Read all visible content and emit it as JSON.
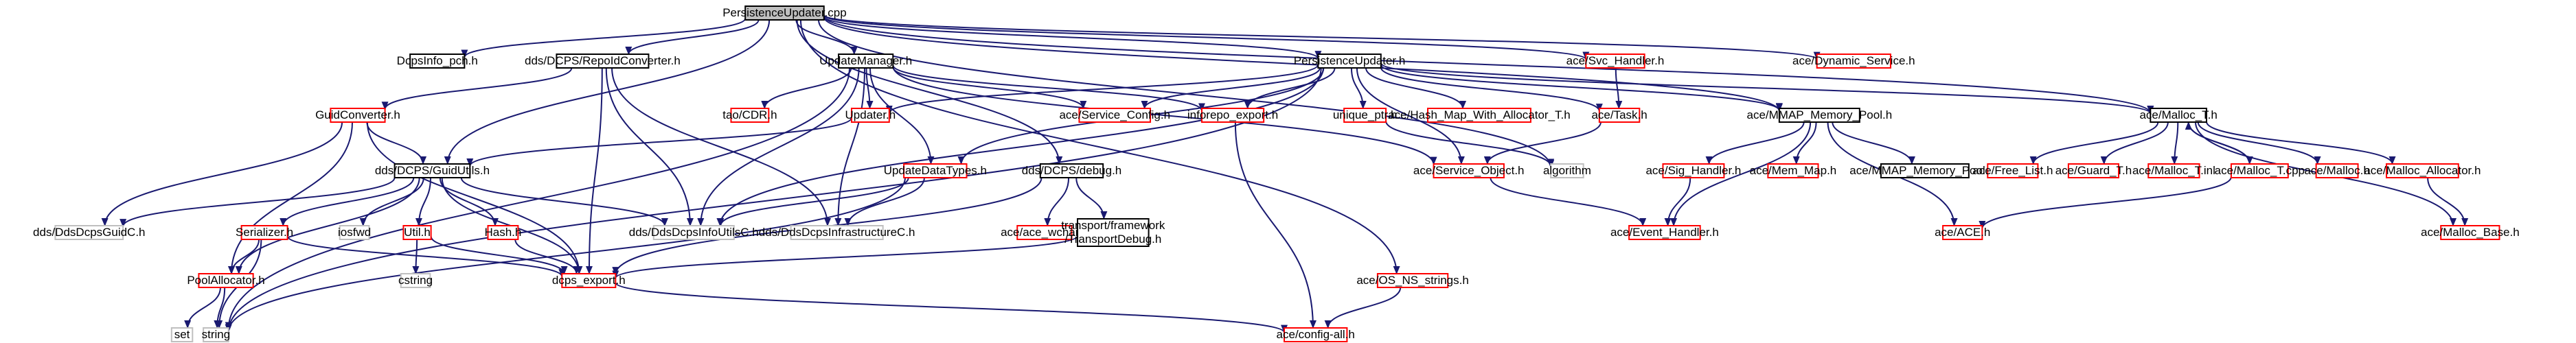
{
  "colors": {
    "edge": "#191970",
    "border_red": "#ff0000",
    "border_black": "#000000",
    "border_grey": "#bfbfbf",
    "root_fill": "#bfbfbf",
    "node_fill": "#ffffff"
  },
  "nodes": [
    {
      "id": "root",
      "label": "PersistenceUpdater.cpp",
      "style": "root"
    },
    {
      "id": "dcpsinfo_pch",
      "label": "DcpsInfo_pch.h",
      "style": "black"
    },
    {
      "id": "repoid_converter",
      "label": "dds/DCPS/RepoIdConverter.h",
      "style": "black"
    },
    {
      "id": "update_manager",
      "label": "UpdateManager.h",
      "style": "black"
    },
    {
      "id": "persistence_updater_h",
      "label": "PersistenceUpdater.h",
      "style": "black"
    },
    {
      "id": "svc_handler",
      "label": "ace/Svc_Handler.h",
      "style": "red"
    },
    {
      "id": "dynamic_service",
      "label": "ace/Dynamic_Service.h",
      "style": "red"
    },
    {
      "id": "guid_converter",
      "label": "GuidConverter.h",
      "style": "red"
    },
    {
      "id": "tao_cdr",
      "label": "tao/CDR.h",
      "style": "red"
    },
    {
      "id": "updater",
      "label": "Updater.h",
      "style": "red"
    },
    {
      "id": "service_config",
      "label": "ace/Service_Config.h",
      "style": "red"
    },
    {
      "id": "inforepo_export",
      "label": "inforepo_export.h",
      "style": "red"
    },
    {
      "id": "unique_ptr",
      "label": "unique_ptr.h",
      "style": "red"
    },
    {
      "id": "hash_map",
      "label": "ace/Hash_Map_With_Allocator_T.h",
      "style": "red"
    },
    {
      "id": "task",
      "label": "ace/Task.h",
      "style": "red"
    },
    {
      "id": "mmap_pool_h",
      "label": "ace/MMAP_Memory_Pool.h",
      "style": "black"
    },
    {
      "id": "malloc_t_h",
      "label": "ace/Malloc_T.h",
      "style": "black"
    },
    {
      "id": "guid_utils",
      "label": "dds/DCPS/GuidUtils.h",
      "style": "black"
    },
    {
      "id": "update_data_types",
      "label": "UpdateDataTypes.h",
      "style": "red"
    },
    {
      "id": "dcps_debug",
      "label": "dds/DCPS/debug.h",
      "style": "black"
    },
    {
      "id": "algorithm",
      "label": "algorithm",
      "style": "grey"
    },
    {
      "id": "service_object",
      "label": "ace/Service_Object.h",
      "style": "red"
    },
    {
      "id": "sig_handler",
      "label": "ace/Sig_Handler.h",
      "style": "red"
    },
    {
      "id": "mem_map",
      "label": "ace/Mem_Map.h",
      "style": "red"
    },
    {
      "id": "mmap_pool_inl",
      "label": "ace/MMAP_Memory_Pool.inl",
      "style": "black"
    },
    {
      "id": "free_list",
      "label": "ace/Free_List.h",
      "style": "red"
    },
    {
      "id": "guard_t",
      "label": "ace/Guard_T.h",
      "style": "red"
    },
    {
      "id": "malloc_t_inl",
      "label": "ace/Malloc_T.inl",
      "style": "red"
    },
    {
      "id": "malloc_t_cpp",
      "label": "ace/Malloc_T.cpp",
      "style": "red"
    },
    {
      "id": "malloc_h",
      "label": "ace/Malloc.h",
      "style": "red"
    },
    {
      "id": "malloc_allocator",
      "label": "ace/Malloc_Allocator.h",
      "style": "red"
    },
    {
      "id": "dds_dcps_guid_c",
      "label": "dds/DdsDcpsGuidC.h",
      "style": "grey"
    },
    {
      "id": "serializer",
      "label": "Serializer.h",
      "style": "red"
    },
    {
      "id": "iosfwd",
      "label": "iosfwd",
      "style": "grey"
    },
    {
      "id": "util_h",
      "label": "Util.h",
      "style": "red"
    },
    {
      "id": "hash_h",
      "label": "Hash.h",
      "style": "red"
    },
    {
      "id": "dds_info_utils_c",
      "label": "dds/DdsDcpsInfoUtilsC.h",
      "style": "grey"
    },
    {
      "id": "dds_infra_c",
      "label": "dds/DdsDcpsInfrastructureC.h",
      "style": "grey"
    },
    {
      "id": "ace_wchar",
      "label": "ace/ace_wchar.h",
      "style": "red"
    },
    {
      "id": "transport_debug",
      "label": "transport/framework/TransportDebug.h",
      "style": "black"
    },
    {
      "id": "event_handler",
      "label": "ace/Event_Handler.h",
      "style": "red"
    },
    {
      "id": "ace_h",
      "label": "ace/ACE.h",
      "style": "red"
    },
    {
      "id": "malloc_base",
      "label": "ace/Malloc_Base.h",
      "style": "red"
    },
    {
      "id": "pool_allocator",
      "label": "PoolAllocator.h",
      "style": "red"
    },
    {
      "id": "cstring",
      "label": "cstring",
      "style": "grey"
    },
    {
      "id": "dcps_export",
      "label": "dcps_export.h",
      "style": "red"
    },
    {
      "id": "os_ns_strings",
      "label": "ace/OS_NS_strings.h",
      "style": "red"
    },
    {
      "id": "set",
      "label": "set",
      "style": "grey"
    },
    {
      "id": "string",
      "label": "string",
      "style": "grey"
    },
    {
      "id": "config_all",
      "label": "ace/config-all.h",
      "style": "red"
    }
  ],
  "edges": [
    [
      "root",
      "dcpsinfo_pch"
    ],
    [
      "root",
      "repoid_converter"
    ],
    [
      "root",
      "update_manager"
    ],
    [
      "root",
      "persistence_updater_h"
    ],
    [
      "root",
      "svc_handler"
    ],
    [
      "root",
      "dynamic_service"
    ],
    [
      "root",
      "guid_utils"
    ],
    [
      "root",
      "dcps_debug"
    ],
    [
      "root",
      "mmap_pool_h"
    ],
    [
      "root",
      "malloc_t_h"
    ],
    [
      "root",
      "os_ns_strings"
    ],
    [
      "root",
      "algorithm"
    ],
    [
      "repoid_converter",
      "guid_converter"
    ],
    [
      "repoid_converter",
      "dds_info_utils_c"
    ],
    [
      "repoid_converter",
      "dds_infra_c"
    ],
    [
      "repoid_converter",
      "dcps_export"
    ],
    [
      "update_manager",
      "tao_cdr"
    ],
    [
      "update_manager",
      "updater"
    ],
    [
      "update_manager",
      "service_config"
    ],
    [
      "update_manager",
      "inforepo_export"
    ],
    [
      "update_manager",
      "update_data_types"
    ],
    [
      "update_manager",
      "dds_info_utils_c"
    ],
    [
      "update_manager",
      "dds_infra_c"
    ],
    [
      "update_manager",
      "service_object"
    ],
    [
      "update_manager",
      "string"
    ],
    [
      "persistence_updater_h",
      "updater"
    ],
    [
      "persistence_updater_h",
      "service_config"
    ],
    [
      "persistence_updater_h",
      "inforepo_export"
    ],
    [
      "persistence_updater_h",
      "unique_ptr"
    ],
    [
      "persistence_updater_h",
      "hash_map"
    ],
    [
      "persistence_updater_h",
      "task"
    ],
    [
      "persistence_updater_h",
      "mmap_pool_h"
    ],
    [
      "persistence_updater_h",
      "malloc_t_h"
    ],
    [
      "persistence_updater_h",
      "update_data_types"
    ],
    [
      "persistence_updater_h",
      "dds_info_utils_c"
    ],
    [
      "persistence_updater_h",
      "service_object"
    ],
    [
      "persistence_updater_h",
      "string"
    ],
    [
      "svc_handler",
      "task"
    ],
    [
      "guid_converter",
      "guid_utils"
    ],
    [
      "guid_converter",
      "dds_dcps_guid_c"
    ],
    [
      "guid_converter",
      "dcps_export"
    ],
    [
      "guid_converter",
      "pool_allocator"
    ],
    [
      "updater",
      "guid_utils"
    ],
    [
      "inforepo_export",
      "config_all"
    ],
    [
      "unique_ptr",
      "algorithm"
    ],
    [
      "task",
      "service_object"
    ],
    [
      "mmap_pool_h",
      "sig_handler"
    ],
    [
      "mmap_pool_h",
      "mem_map"
    ],
    [
      "mmap_pool_h",
      "mmap_pool_inl"
    ],
    [
      "mmap_pool_h",
      "ace_h"
    ],
    [
      "mmap_pool_h",
      "event_handler"
    ],
    [
      "malloc_t_h",
      "free_list"
    ],
    [
      "malloc_t_h",
      "guard_t"
    ],
    [
      "malloc_t_h",
      "malloc_t_inl"
    ],
    [
      "malloc_t_h",
      "malloc_t_cpp"
    ],
    [
      "malloc_t_h",
      "malloc_h"
    ],
    [
      "malloc_t_h",
      "malloc_allocator"
    ],
    [
      "malloc_t_h",
      "malloc_base"
    ],
    [
      "malloc_t_cpp",
      "malloc_t_h"
    ],
    [
      "malloc_t_cpp",
      "ace_h"
    ],
    [
      "guid_utils",
      "dds_dcps_guid_c"
    ],
    [
      "guid_utils",
      "serializer"
    ],
    [
      "guid_utils",
      "iosfwd"
    ],
    [
      "guid_utils",
      "util_h"
    ],
    [
      "guid_utils",
      "hash_h"
    ],
    [
      "guid_utils",
      "dds_info_utils_c"
    ],
    [
      "guid_utils",
      "dcps_export"
    ],
    [
      "guid_utils",
      "pool_allocator"
    ],
    [
      "update_data_types",
      "dds_info_utils_c"
    ],
    [
      "update_data_types",
      "dds_infra_c"
    ],
    [
      "update_data_types",
      "string"
    ],
    [
      "dcps_debug",
      "ace_wchar"
    ],
    [
      "dcps_debug",
      "transport_debug"
    ],
    [
      "dcps_debug",
      "dcps_export"
    ],
    [
      "service_object",
      "event_handler"
    ],
    [
      "sig_handler",
      "event_handler"
    ],
    [
      "malloc_allocator",
      "malloc_base"
    ],
    [
      "serializer",
      "pool_allocator"
    ],
    [
      "serializer",
      "dcps_export"
    ],
    [
      "serializer",
      "string"
    ],
    [
      "util_h",
      "cstring"
    ],
    [
      "util_h",
      "dcps_export"
    ],
    [
      "hash_h",
      "dcps_export"
    ],
    [
      "transport_debug",
      "dcps_export"
    ],
    [
      "pool_allocator",
      "set"
    ],
    [
      "pool_allocator",
      "string"
    ],
    [
      "dcps_export",
      "config_all"
    ],
    [
      "os_ns_strings",
      "config_all"
    ]
  ]
}
